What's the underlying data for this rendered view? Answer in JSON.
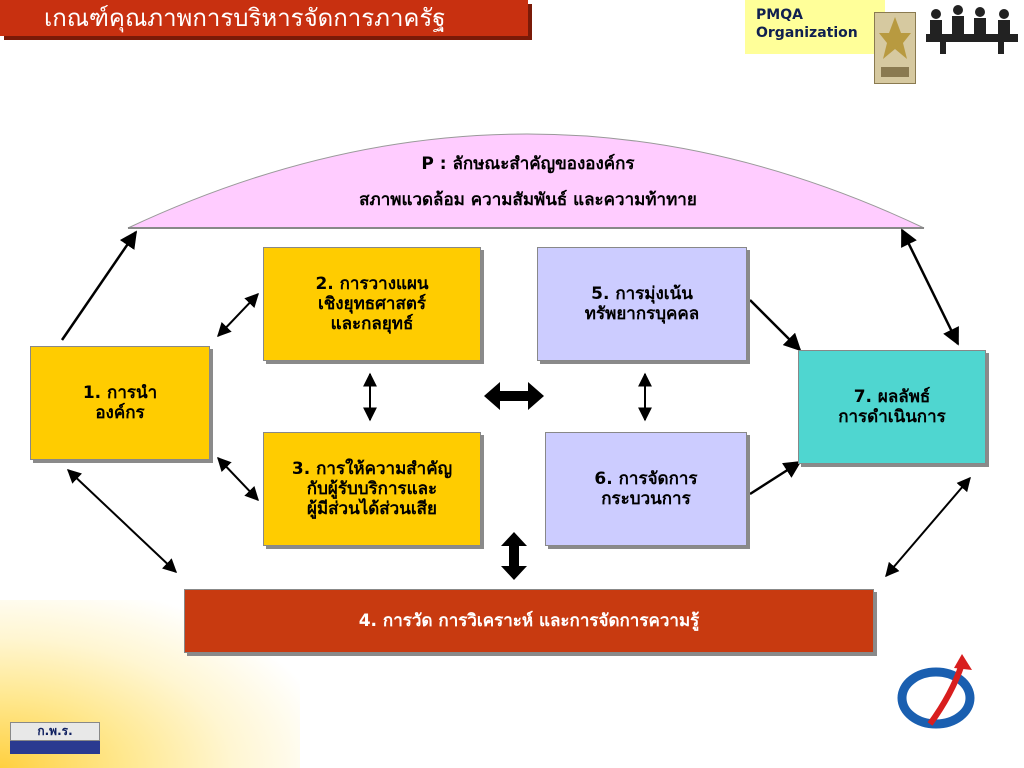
{
  "header": {
    "title": "เกณฑ์คุณภาพการบริหารจัดการภาครัฐ",
    "pmqa_line1": "PMQA",
    "pmqa_line2": "Organization"
  },
  "profile": {
    "line1": "P : ลักษณะสำคัญขององค์กร",
    "line2": "สภาพแวดล้อม ความสัมพันธ์ และความท้าทาย"
  },
  "boxes": {
    "b1": "1. การนำ\nองค์กร",
    "b2": "2. การวางแผน\nเชิงยุทธศาสตร์\nและกลยุทธ์",
    "b3": "3. การให้ความสำคัญ\nกับผู้รับบริการและ\nผู้มีส่วนได้ส่วนเสีย",
    "b4": "4. การวัด การวิเคราะห์ และการจัดการความรู้",
    "b5": "5. การมุ่งเน้น\nทรัพยากรบุคคล",
    "b6": "6. การจัดการ\nกระบวนการ",
    "b7": "7. ผลลัพธ์\nการดำเนินการ"
  },
  "footer": {
    "kpr_label": "ก.พ.ร."
  },
  "colors": {
    "title_banner": "#c83010",
    "profile_fill": "#ffccff",
    "yellow": "#ffcc00",
    "lavender": "#ccccff",
    "teal": "#4fd6d0",
    "red_box": "#c83a10"
  }
}
